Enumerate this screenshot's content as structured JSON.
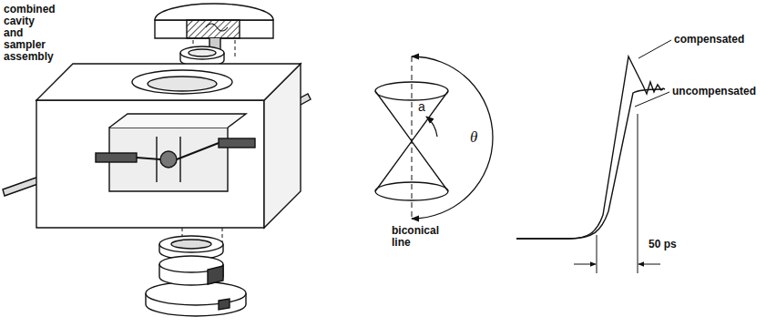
{
  "diagram": {
    "labels": [
      "combined cavity and sampler assembly",
      "a",
      "θ",
      "biconical line",
      "compensated",
      "uncompensated",
      "50 ps"
    ]
  }
}
